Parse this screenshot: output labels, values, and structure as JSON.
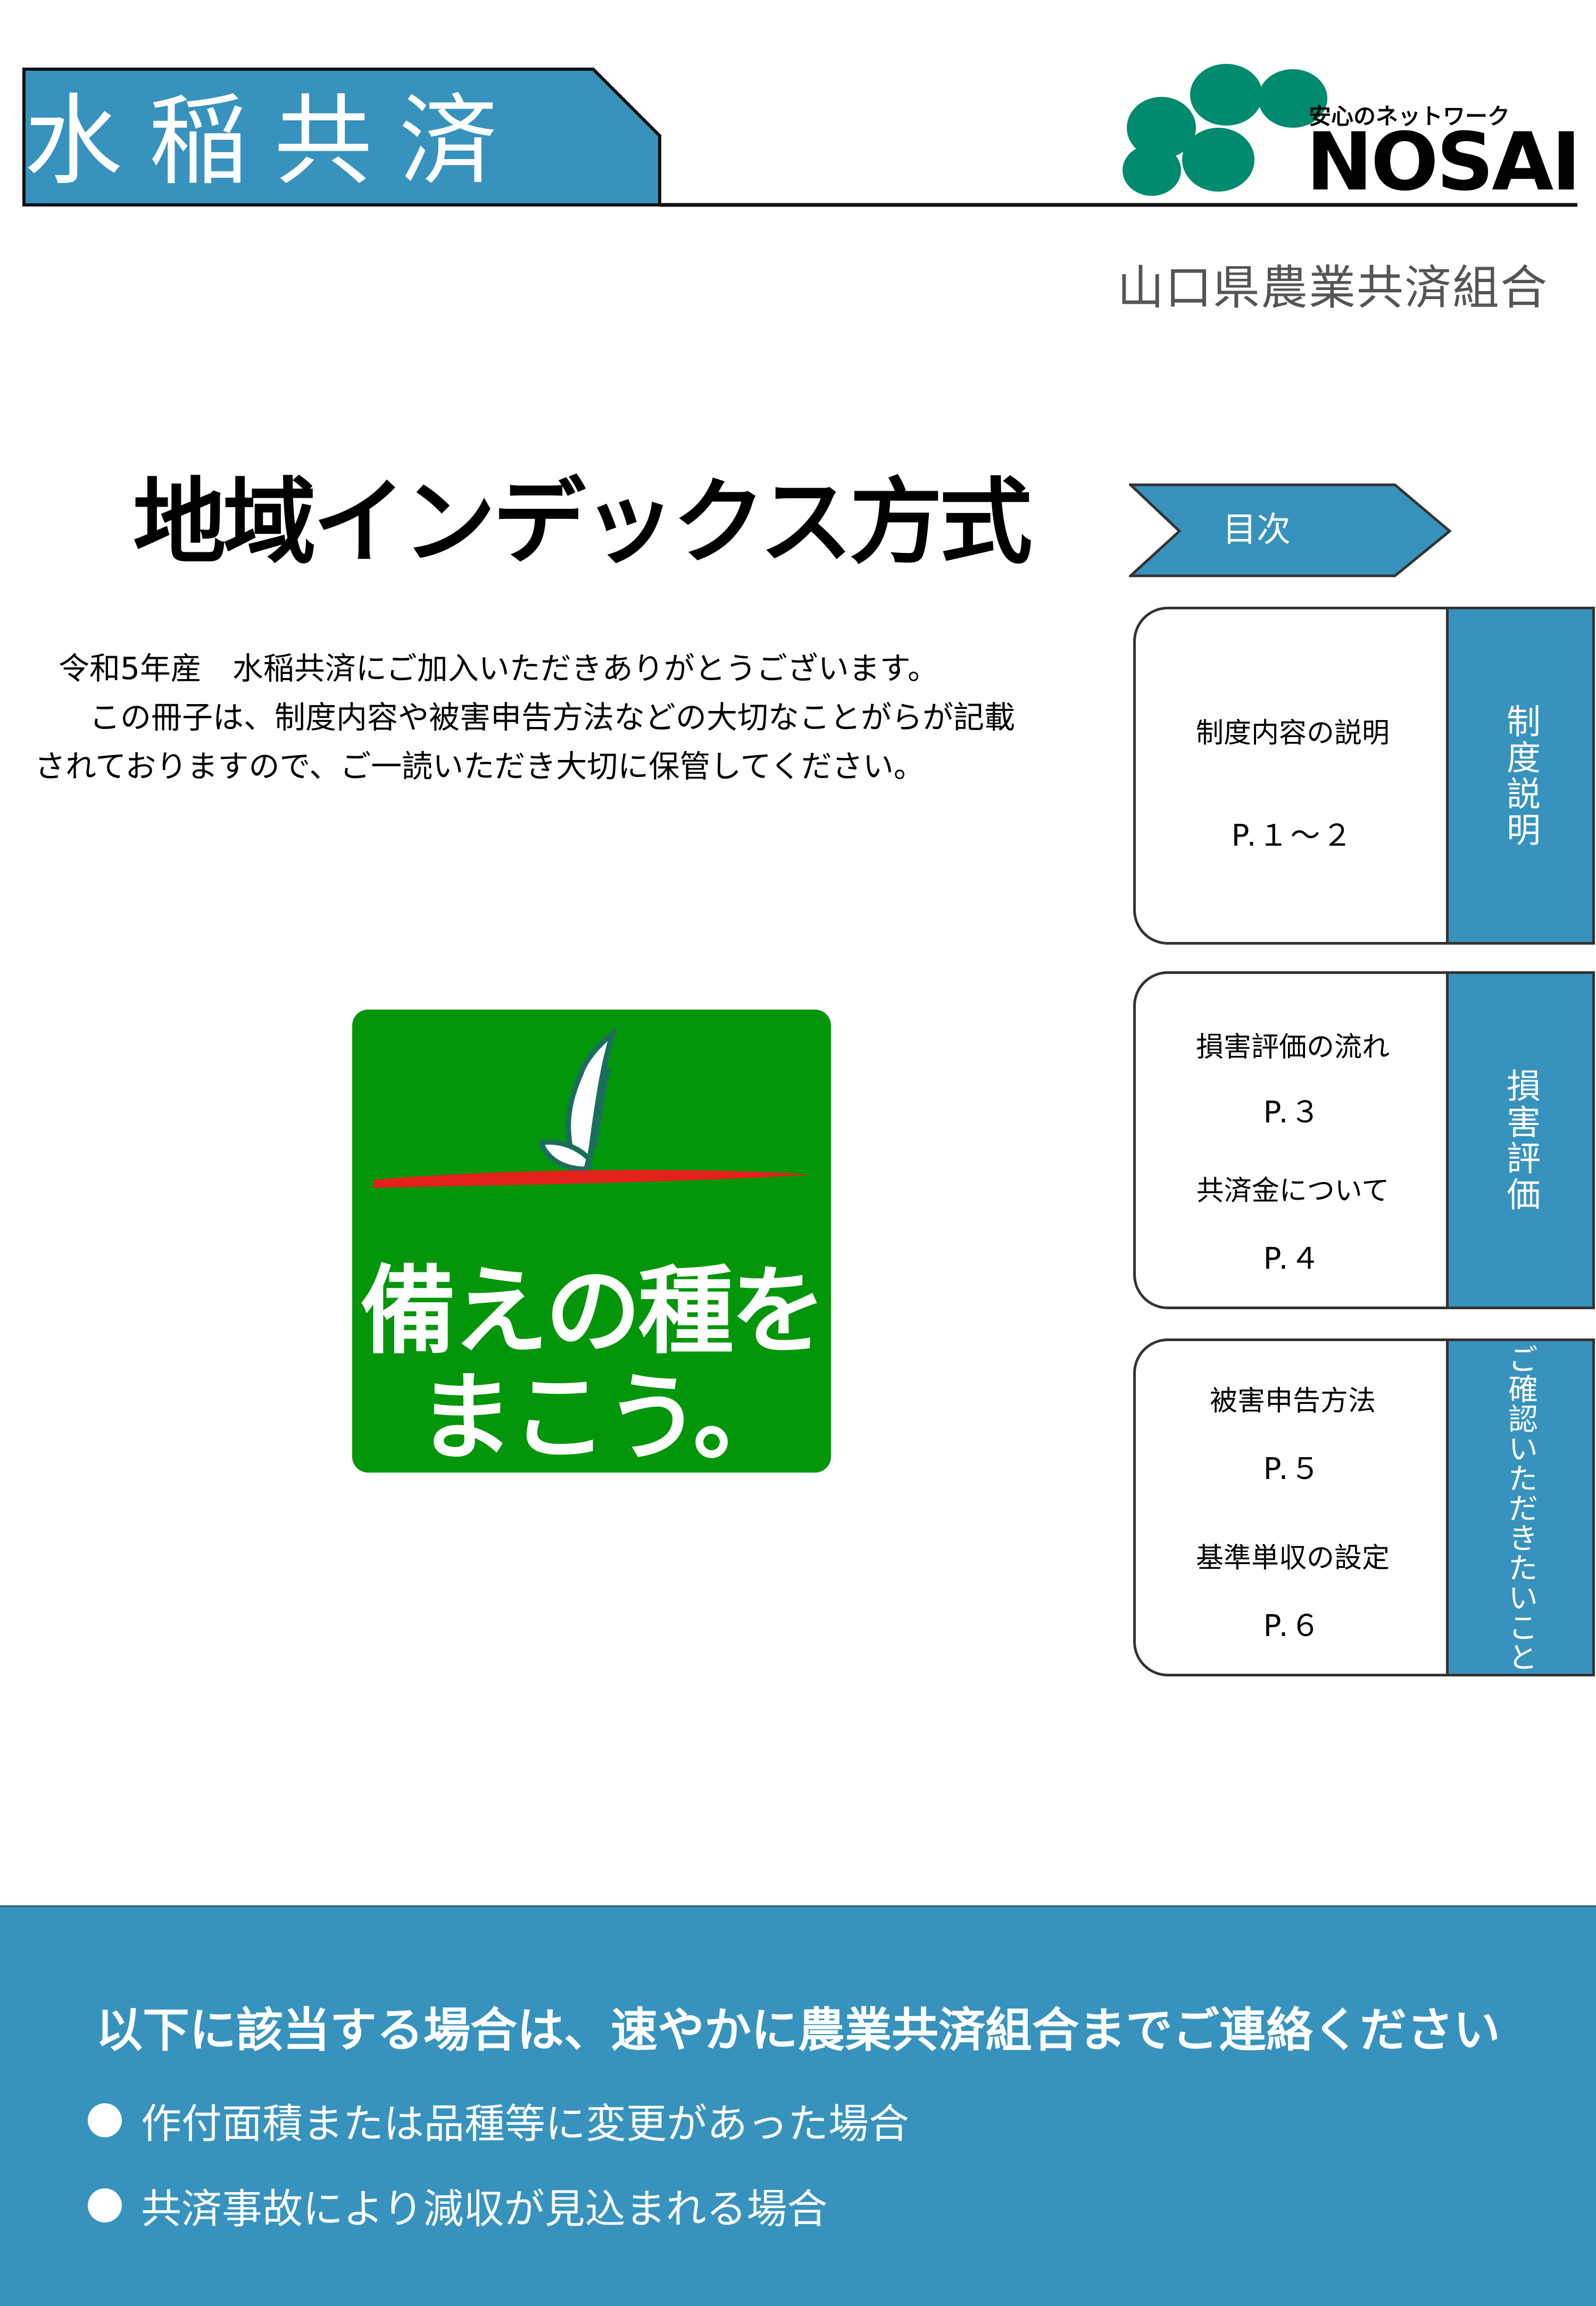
{
  "header": {
    "title": "水稲共済",
    "logo_tagline": "安心のネットワーク",
    "logo_name": "NOSAI",
    "organization": "山口県農業共済組合"
  },
  "main": {
    "title": "地域インデックス方式",
    "intro_lines": [
      "令和5年産　水稲共済にご加入いただきありがとうございます。",
      "　この冊子は、制度内容や被害申告方法などの大切なことがらが記載",
      "されておりますので、ご一読いただき大切に保管してください。"
    ]
  },
  "toc": {
    "heading": "目次",
    "sections": [
      {
        "side_label": "制度説明",
        "items": [
          {
            "label": "制度内容の説明",
            "page": "P.１～２"
          }
        ]
      },
      {
        "side_label": "損害評価",
        "items": [
          {
            "label": "損害評価の流れ",
            "page": "P.３"
          },
          {
            "label": "共済金について",
            "page": "P.４"
          }
        ]
      },
      {
        "side_label": "ご確認いただきたいこと",
        "items": [
          {
            "label": "被害申告方法",
            "page": "P.５"
          },
          {
            "label": "基準単収の設定",
            "page": "P.６"
          }
        ]
      }
    ]
  },
  "emblem": {
    "line1": "備えの種を",
    "line2": "まこう。"
  },
  "footer": {
    "title": "以下に該当する場合は、速やかに農業共済組合までご連絡ください",
    "items": [
      "作付面積または品種等に変更があった場合",
      "共済事故により減収が見込まれる場合"
    ]
  },
  "colors": {
    "accent": "#3793bd",
    "logo_green": "#008a6e",
    "emblem_green": "#03960a"
  }
}
